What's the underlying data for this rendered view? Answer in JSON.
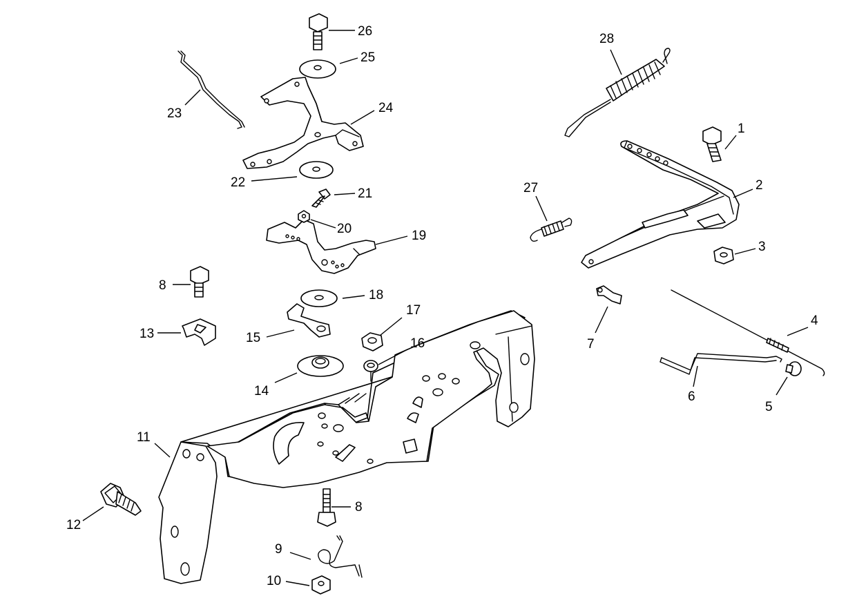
{
  "callouts": [
    {
      "id": "1",
      "label": "1"
    },
    {
      "id": "2",
      "label": "2"
    },
    {
      "id": "3",
      "label": "3"
    },
    {
      "id": "4",
      "label": "4"
    },
    {
      "id": "5",
      "label": "5"
    },
    {
      "id": "6",
      "label": "6"
    },
    {
      "id": "7",
      "label": "7"
    },
    {
      "id": "8a",
      "label": "8"
    },
    {
      "id": "8b",
      "label": "8"
    },
    {
      "id": "9",
      "label": "9"
    },
    {
      "id": "10",
      "label": "10"
    },
    {
      "id": "11",
      "label": "11"
    },
    {
      "id": "12",
      "label": "12"
    },
    {
      "id": "13",
      "label": "13"
    },
    {
      "id": "14",
      "label": "14"
    },
    {
      "id": "15",
      "label": "15"
    },
    {
      "id": "16",
      "label": "16"
    },
    {
      "id": "17",
      "label": "17"
    },
    {
      "id": "18",
      "label": "18"
    },
    {
      "id": "19",
      "label": "19"
    },
    {
      "id": "20",
      "label": "20"
    },
    {
      "id": "21",
      "label": "21"
    },
    {
      "id": "22",
      "label": "22"
    },
    {
      "id": "23",
      "label": "23"
    },
    {
      "id": "24",
      "label": "24"
    },
    {
      "id": "25",
      "label": "25"
    },
    {
      "id": "26",
      "label": "26"
    },
    {
      "id": "27",
      "label": "27"
    },
    {
      "id": "28",
      "label": "28"
    }
  ]
}
